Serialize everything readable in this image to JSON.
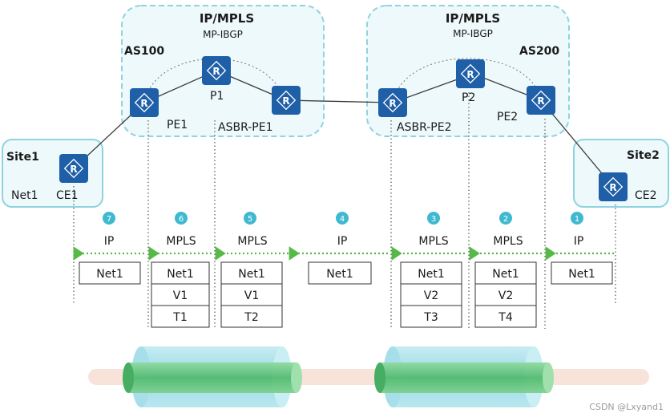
{
  "domains": [
    {
      "title": "IP/MPLS",
      "subtitle": "MP-IBGP",
      "as": "AS100"
    },
    {
      "title": "IP/MPLS",
      "subtitle": "MP-IBGP",
      "as": "AS200"
    }
  ],
  "sites": [
    "Site1",
    "Site2"
  ],
  "routers": {
    "ce1": "CE1",
    "pe1": "PE1",
    "p1": "P1",
    "asbr_pe1": "ASBR-PE1",
    "asbr_pe2": "ASBR-PE2",
    "p2": "P2",
    "pe2": "PE2",
    "ce2": "CE2"
  },
  "router_glyph": "R",
  "net_labels": {
    "net1": "Net1"
  },
  "steps": [
    {
      "num": "7",
      "protocol": "IP",
      "stack": [
        "Net1"
      ]
    },
    {
      "num": "6",
      "protocol": "MPLS",
      "stack": [
        "Net1",
        "V1",
        "T1"
      ]
    },
    {
      "num": "5",
      "protocol": "MPLS",
      "stack": [
        "Net1",
        "V1",
        "T2"
      ]
    },
    {
      "num": "4",
      "protocol": "IP",
      "stack": [
        "Net1"
      ]
    },
    {
      "num": "3",
      "protocol": "MPLS",
      "stack": [
        "Net1",
        "V2",
        "T3"
      ]
    },
    {
      "num": "2",
      "protocol": "MPLS",
      "stack": [
        "Net1",
        "V2",
        "T4"
      ]
    },
    {
      "num": "1",
      "protocol": "IP",
      "stack": [
        "Net1"
      ]
    }
  ],
  "watermark": "CSDN @Lxyand1",
  "colors": {
    "domain_border": "#8fd3df",
    "router": "#1f5fa8",
    "step_circle": "#3fb9d0",
    "arrow": "#57b947",
    "tunnel_outer": "#9fdbe6",
    "tunnel_inner": "#5cc17c",
    "pipe": "#f6d9cc"
  }
}
